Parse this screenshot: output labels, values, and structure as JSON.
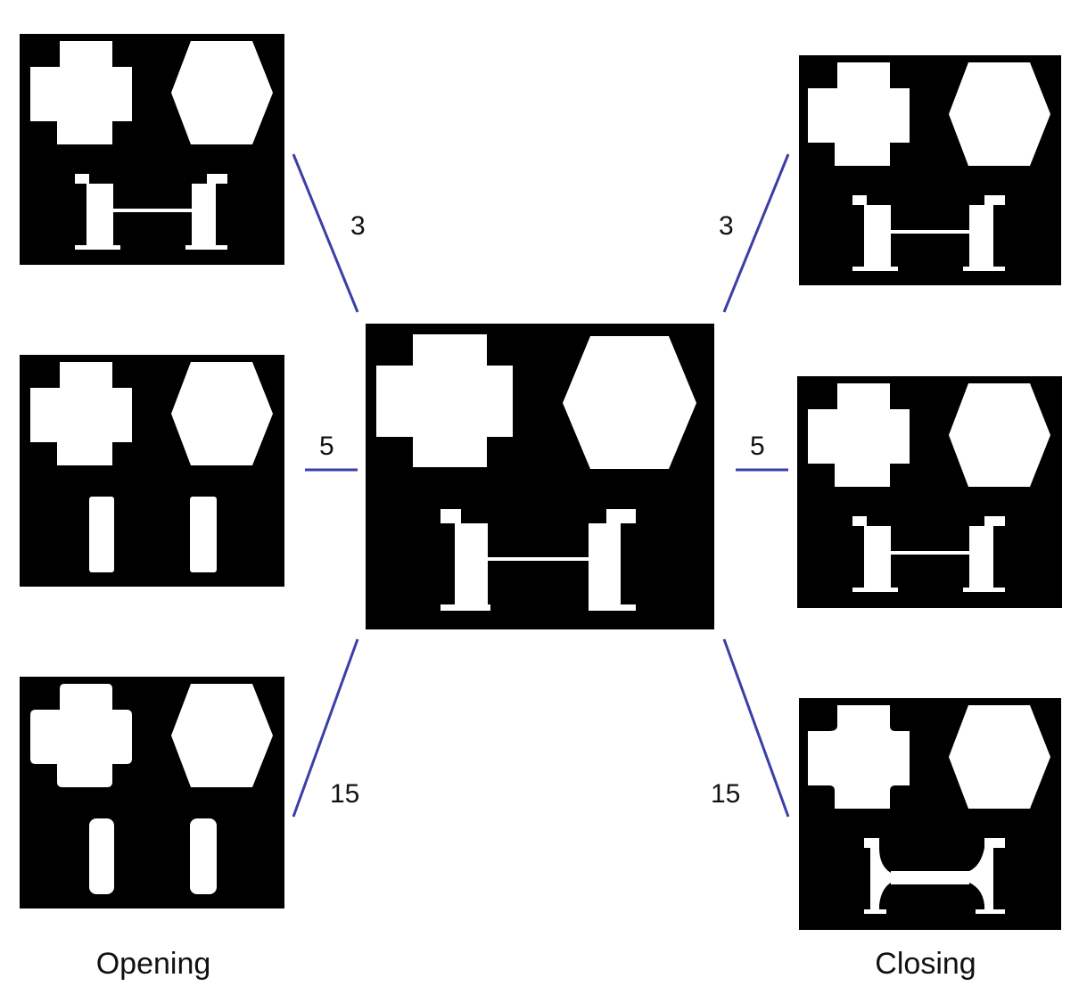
{
  "labels": {
    "opening": "Opening",
    "closing": "Closing",
    "radius_top_left": "3",
    "radius_mid_left": "5",
    "radius_bot_left": "15",
    "radius_top_right": "3",
    "radius_mid_right": "5",
    "radius_bot_right": "15"
  },
  "colors": {
    "panel": "#000000",
    "shape": "#ffffff",
    "connector": "#3a3fa8",
    "text": "#111111"
  },
  "panels": [
    {
      "name": "original-panel",
      "variant": "original"
    },
    {
      "name": "opening-3-panel",
      "variant": "opening-3"
    },
    {
      "name": "opening-5-panel",
      "variant": "opening-5"
    },
    {
      "name": "opening-15-panel",
      "variant": "opening-15"
    },
    {
      "name": "closing-3-panel",
      "variant": "closing-3"
    },
    {
      "name": "closing-5-panel",
      "variant": "closing-5"
    },
    {
      "name": "closing-15-panel",
      "variant": "closing-15"
    }
  ]
}
